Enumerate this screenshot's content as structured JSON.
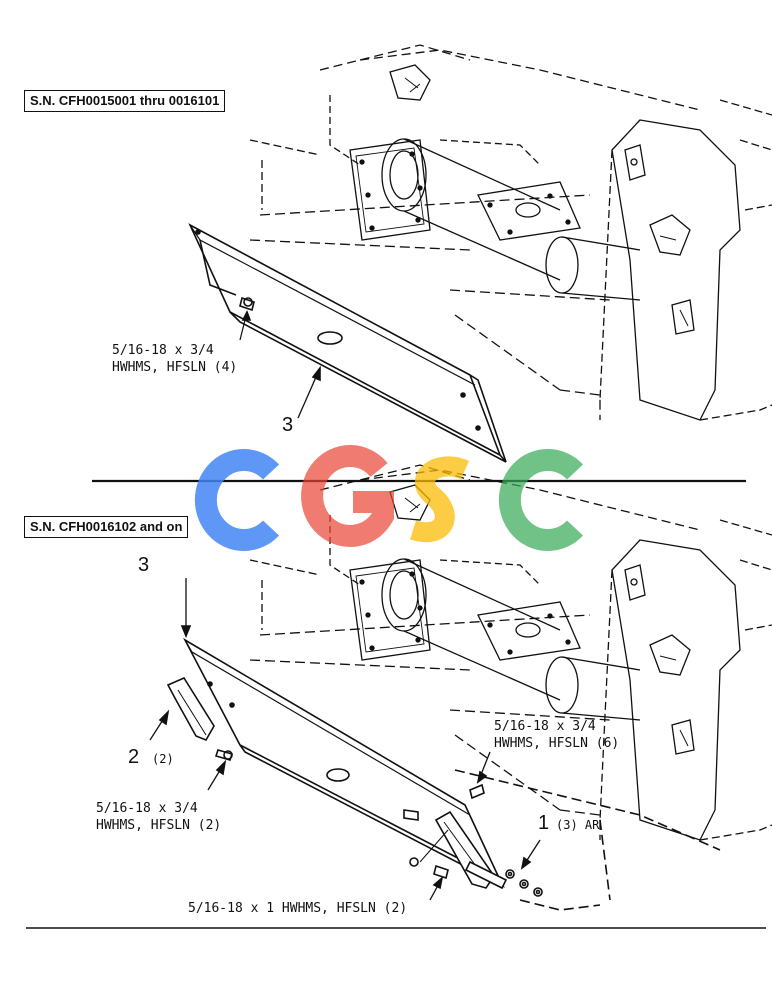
{
  "sections": [
    {
      "serial_label": "S.N. CFH0015001 thru 0016101",
      "callouts": [
        {
          "text": "5/16-18 x 3/4\nHWHMS, HFSLN (4)"
        }
      ],
      "item_numbers": [
        {
          "num": "3"
        }
      ]
    },
    {
      "serial_label": "S.N. CFH0016102 and on",
      "callouts": [
        {
          "text": "5/16-18 x 3/4\nHWHMS, HFSLN (6)"
        },
        {
          "text": "5/16-18 x 3/4\nHWHMS, HFSLN (2)"
        },
        {
          "text": "5/16-18 x 1 HWHMS, HFSLN (2)"
        }
      ],
      "item_numbers": [
        {
          "num": "3",
          "qty": ""
        },
        {
          "num": "2",
          "qty": "(2)"
        },
        {
          "num": "1",
          "qty": "(3) AR"
        }
      ]
    }
  ],
  "watermark": {
    "letters": [
      "C",
      "G",
      "S",
      "C"
    ],
    "colors": [
      "#4285F4",
      "#EA4335",
      "#FBBC05",
      "#34A853"
    ]
  }
}
